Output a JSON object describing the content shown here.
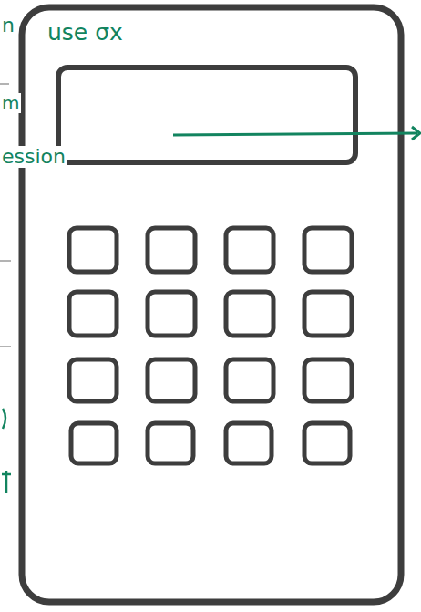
{
  "diagram": {
    "labels": [
      "n",
      "use σx",
      "m",
      "ession"
    ]
  }
}
